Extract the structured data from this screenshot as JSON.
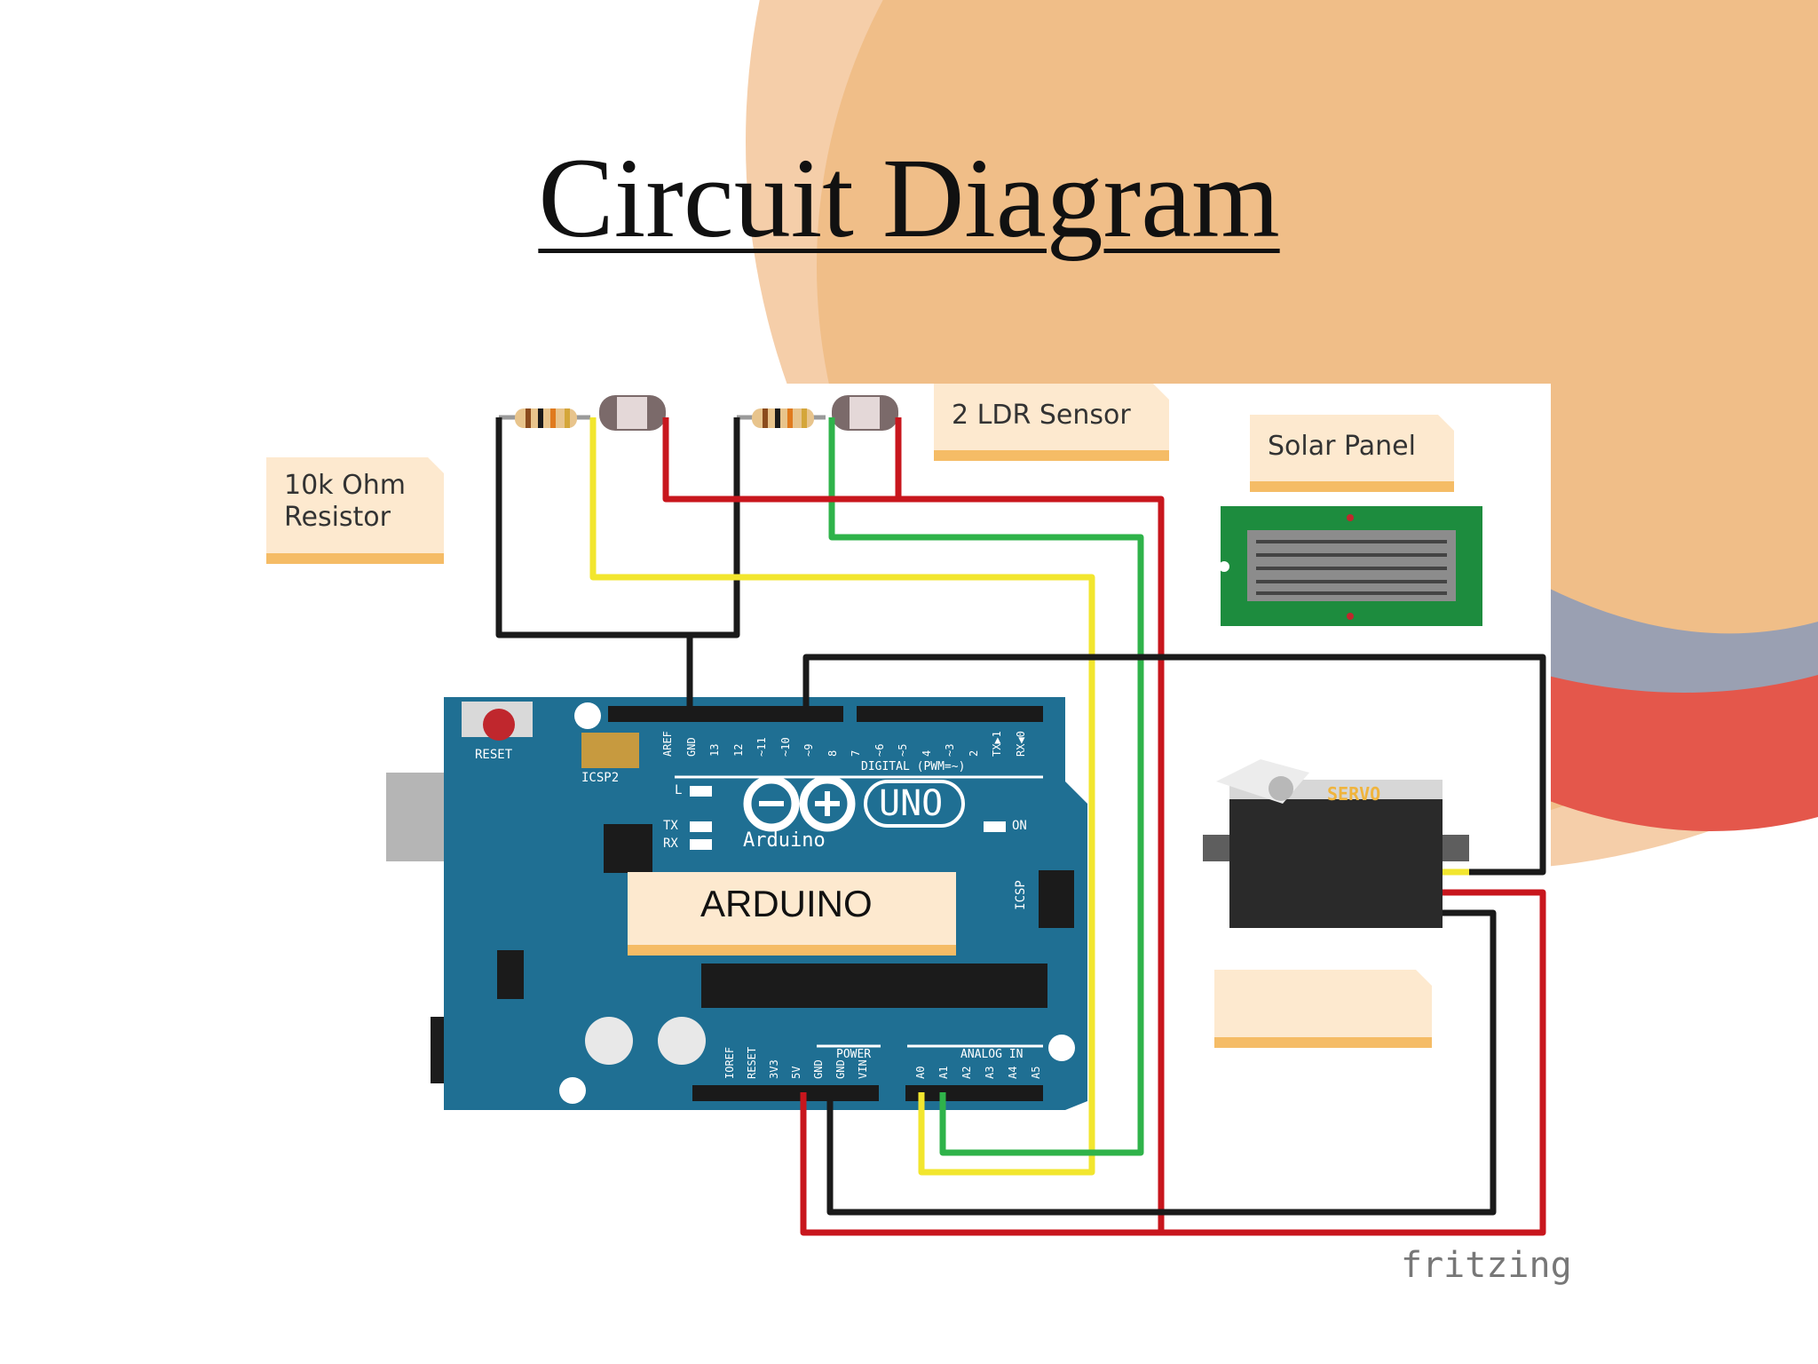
{
  "slide": {
    "title": "Circuit Diagram"
  },
  "labels": {
    "resistor": "10k Ohm\nResistor",
    "ldr": "2 LDR Sensor",
    "solar": "Solar Panel",
    "arduino": "ARDUINO",
    "servo_note": ""
  },
  "board": {
    "reset": "RESET",
    "icsp2": "ICSP2",
    "icsp": "ICSP",
    "brand": "Arduino",
    "model": "UNO",
    "led_l": "L",
    "led_tx": "TX",
    "led_rx": "RX",
    "led_on": "ON",
    "digital": "DIGITAL (PWM=~)",
    "power": "POWER",
    "analog": "ANALOG IN",
    "digital_pins": [
      "AREF",
      "GND",
      "13",
      "12",
      "~11",
      "~10",
      "~9",
      "8",
      "7",
      "~6",
      "~5",
      "4",
      "~3",
      "2",
      "TX▶1",
      "RX◀0"
    ],
    "power_pins": [
      "IOREF",
      "RESET",
      "3V3",
      "5V",
      "GND",
      "GND",
      "VIN"
    ],
    "analog_pins": [
      "A0",
      "A1",
      "A2",
      "A3",
      "A4",
      "A5"
    ]
  },
  "servo": {
    "label": "SERVO"
  },
  "footer": {
    "watermark": "fritzing"
  },
  "colors": {
    "board": "#1f6f93",
    "wire_red": "#c8161d",
    "wire_black": "#1a1a1a",
    "wire_yellow": "#f2e62e",
    "wire_green": "#2fb34a",
    "note_fill": "#fde9cf",
    "note_shadow": "#f5bc66"
  }
}
